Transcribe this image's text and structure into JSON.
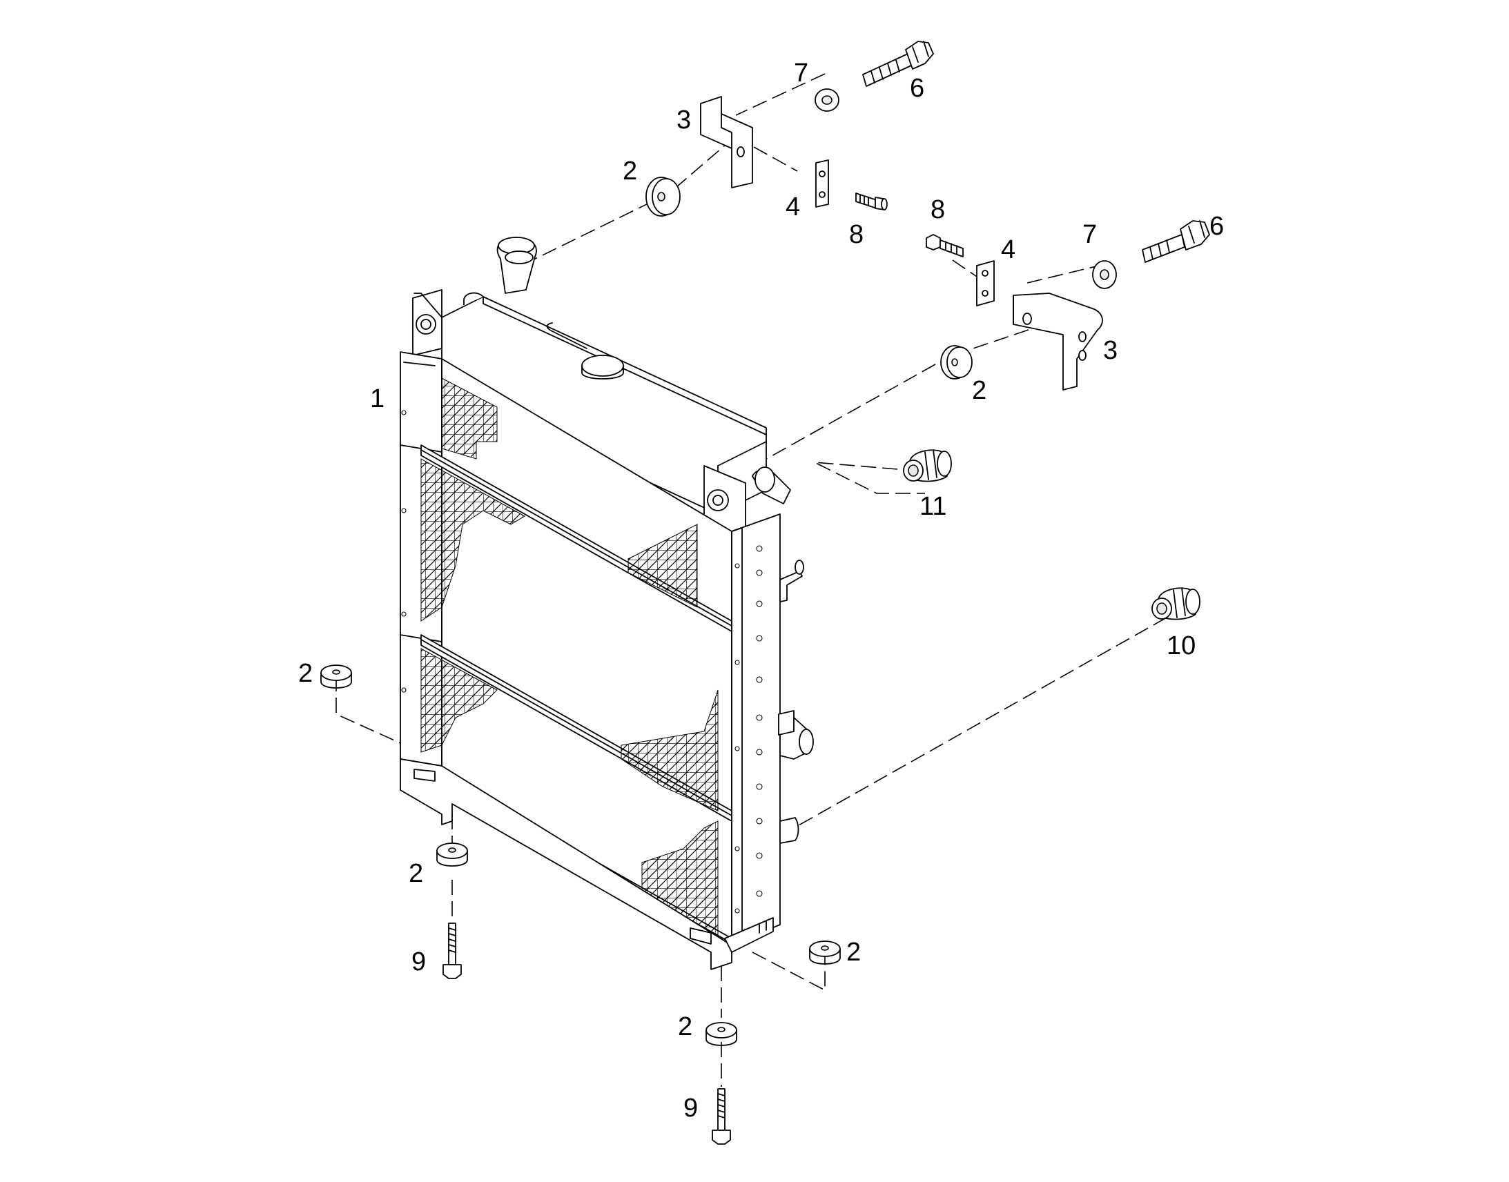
{
  "diagram": {
    "callouts": [
      {
        "id": "c1",
        "text": "1",
        "part": "radiator"
      },
      {
        "id": "c2a",
        "text": "2",
        "part": "rubber-bush"
      },
      {
        "id": "c2b",
        "text": "2",
        "part": "rubber-bush"
      },
      {
        "id": "c2c",
        "text": "2",
        "part": "rubber-bush"
      },
      {
        "id": "c2d",
        "text": "2",
        "part": "rubber-bush"
      },
      {
        "id": "c2e",
        "text": "2",
        "part": "rubber-bush"
      },
      {
        "id": "c2f",
        "text": "2",
        "part": "rubber-bush"
      },
      {
        "id": "c3a",
        "text": "3",
        "part": "bracket"
      },
      {
        "id": "c3b",
        "text": "3",
        "part": "bracket"
      },
      {
        "id": "c4a",
        "text": "4",
        "part": "plate"
      },
      {
        "id": "c4b",
        "text": "4",
        "part": "plate"
      },
      {
        "id": "c6a",
        "text": "6",
        "part": "bolt"
      },
      {
        "id": "c6b",
        "text": "6",
        "part": "bolt"
      },
      {
        "id": "c7a",
        "text": "7",
        "part": "washer"
      },
      {
        "id": "c7b",
        "text": "7",
        "part": "washer"
      },
      {
        "id": "c8a",
        "text": "8",
        "part": "screw"
      },
      {
        "id": "c8b",
        "text": "8",
        "part": "screw"
      },
      {
        "id": "c9a",
        "text": "9",
        "part": "bolt"
      },
      {
        "id": "c9b",
        "text": "9",
        "part": "bolt"
      },
      {
        "id": "c10",
        "text": "10",
        "part": "fitting"
      },
      {
        "id": "c11",
        "text": "11",
        "part": "fitting"
      }
    ]
  }
}
